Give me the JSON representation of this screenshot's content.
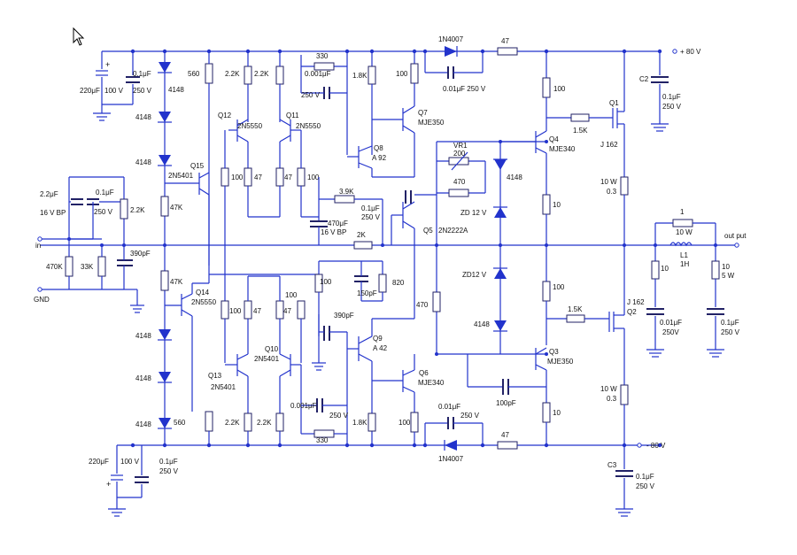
{
  "labels": {
    "plus80v": "+ 80 V",
    "minus80v": "- 80 V",
    "in": "in",
    "gnd": "GND",
    "out": "out put",
    "c_220uF_top": "220μF",
    "c_100v_top": "100 V",
    "c_01uF_top": "0.1μF",
    "c_250v_top": "250 V",
    "r_560_top": "560",
    "d_4148_1": "4148",
    "d_4148_2": "4148",
    "d_4148_3": "4148",
    "r_22k_a": "2.2K",
    "r_22k_b": "2.2K",
    "q12": "Q12",
    "q12_type": "2N5550",
    "q11": "Q11",
    "q11_type": "2N5550",
    "q15": "Q15",
    "q15_type": "2N5401",
    "r_100_a": "100",
    "r_47_a": "47",
    "r_47_b": "47",
    "r_100_b": "100",
    "r_47k_top": "47K",
    "c_22uF": "2.2μF",
    "c_16vbp": "16 V BP",
    "c_01uF_in": "0.1μF",
    "c_250v_in": "250 V",
    "r_22k_in": "2.2K",
    "r_470k": "470K",
    "r_33k": "33K",
    "c_390pF_a": "390pF",
    "r_330_top": "330",
    "c_0001uF_top": "0.001μF",
    "c_250v_mid": "250 V",
    "r_18k_top": "1.8K",
    "r_100_q7": "100",
    "d_1n4007_top": "1N4007",
    "r_47_top": "47",
    "c_001uF_top": "0.01μF  250 V",
    "q7": "Q7",
    "q7_type": "MJE350",
    "q8": "Q8",
    "q8_type": "A 92",
    "r_39k": "3.9K",
    "c_01uF_mid": "0.1μF",
    "c_250v_mid2": "250 V",
    "c_470uF": "470μF",
    "c_16vbp_2": "16 V BP",
    "r_2k": "2K",
    "vr1": "VR1",
    "vr1_val": "200",
    "r_470_a": "470",
    "q5": "Q5",
    "q5_type": "2N2222A",
    "zd12_a": "ZD 12 V",
    "zd12_b": "ZD12 V",
    "d_4148_z1": "4148",
    "d_4148_z2": "4148",
    "r_100_q4": "100",
    "r_15k_top": "1.5K",
    "q4": "Q4",
    "q4_type": "MJE340",
    "q1": "Q1",
    "q1_type": "J 162",
    "r_10_q4": "10",
    "c2": "C2",
    "c2_val": "0.1μF",
    "c2_v": "250 V",
    "r_10w_top": "10 W",
    "r_03_top": "0.3",
    "r_1": "1",
    "r_10w_1": "10 W",
    "l1": "L1",
    "l1_val": "1H",
    "r_10_out": "10",
    "r_5w": "5 W",
    "r_10_zob": "10",
    "c_001uF_zob": "0.01μF",
    "c_250v_zob": "250V",
    "c_01uF_out": "0.1μF",
    "c_250v_out": "250 V",
    "r_47k_bot": "47K",
    "q14": "Q14",
    "q14_type": "2N5550",
    "r_100_c": "100",
    "r_47_c": "47",
    "r_47_d": "47",
    "r_100_d": "100",
    "r_100_e": "100",
    "c_150pF": "150pF",
    "r_820": "820",
    "c_390pF_b": "390pF",
    "r_470_b": "470",
    "q10": "Q10",
    "q10_type": "2N5401",
    "q13": "Q13",
    "q13_type": "2N5401",
    "q9": "Q9",
    "q9_type": "A 42",
    "q6": "Q6",
    "q6_type": "MJE340",
    "r_100_q3": "100",
    "r_15k_bot": "1.5K",
    "q2": "Q2",
    "q2_type": "J 162",
    "q3": "Q3",
    "q3_type": "MJE350",
    "c_100pF": "100pF",
    "r_10_q3": "10",
    "r_10w_bot": "10 W",
    "r_03_bot": "0.3",
    "r_22k_c": "2.2K",
    "r_22k_d": "2.2K",
    "c_0001uF_bot": "0.001μF",
    "c_250v_bot": "250 V",
    "r_330_bot": "330",
    "r_18k_bot": "1.8K",
    "r_100_q6": "100",
    "c_001uF_bot": "0.01μF",
    "c_250v_bot2": "250 V",
    "d_1n4007_bot": "1N4007",
    "r_47_bot": "47",
    "d_4148_4": "4148",
    "d_4148_5": "4148",
    "d_4148_6": "4148",
    "r_560_bot": "560",
    "c_220uF_bot": "220μF",
    "c_100v_bot": "100 V",
    "c_01uF_bot": "0.1μF",
    "c_250v_bot3": "250 V",
    "c3": "C3",
    "c3_val": "0.1μF",
    "c3_v": "250 V"
  }
}
